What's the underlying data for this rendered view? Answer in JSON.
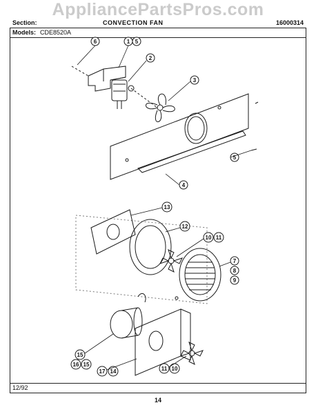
{
  "watermark": "AppliancePartsPros.com",
  "header": {
    "section": "Section:",
    "title": "CONVECTION FAN",
    "part_number": "16000314"
  },
  "models": {
    "label": "Models:",
    "value": "CDE8520A"
  },
  "footer": {
    "date": "12/92",
    "page": "14"
  },
  "callouts": [
    "1",
    "5",
    "6",
    "2",
    "3",
    "5",
    "4",
    "13",
    "12",
    "10",
    "11",
    "7",
    "8",
    "9",
    "15",
    "16",
    "15",
    "17",
    "14",
    "11",
    "10"
  ],
  "colors": {
    "ink": "#1a1a1a",
    "watermark": "#a0a0a0"
  }
}
